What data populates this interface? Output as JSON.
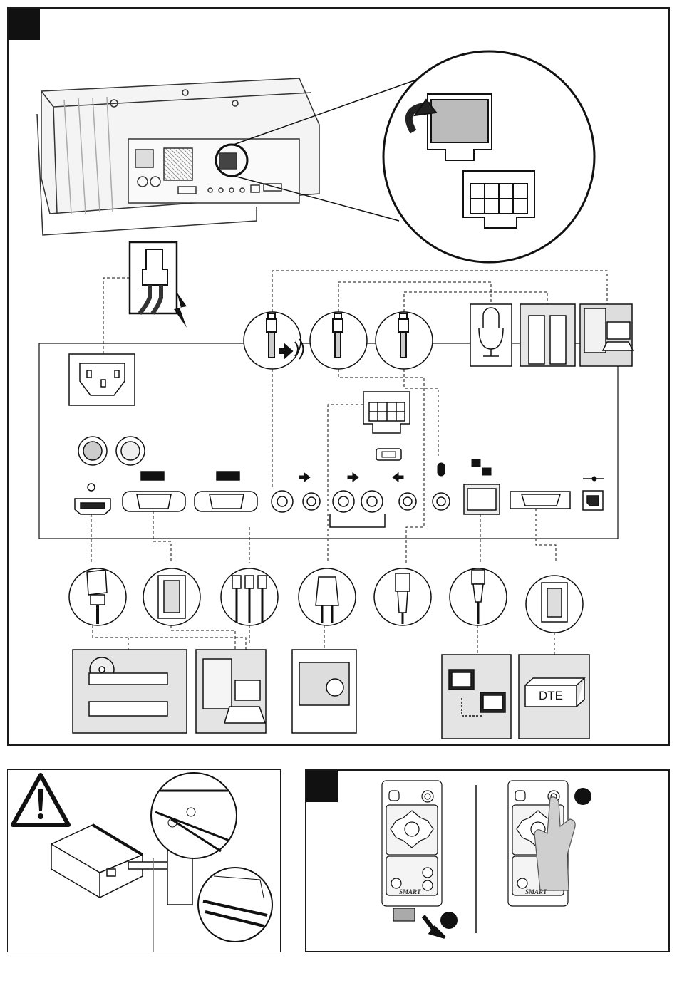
{
  "panels": {
    "connections": {
      "step_marker": ""
    },
    "warning": {},
    "remote": {
      "step_marker": ""
    }
  },
  "devices": {
    "dte_label": "DTE"
  },
  "remote": {
    "brand_left": "SMART",
    "brand_right": "SMART"
  },
  "icons": [
    "projector-icon",
    "cable-cover-icon",
    "power-cord-icon",
    "lightning-icon",
    "power-socket-icon",
    "audio-out-icon",
    "microphone-icon",
    "computer-icon",
    "hdmi-port-icon",
    "vga-port-icon",
    "rca-port-icon",
    "ethernet-port-icon",
    "serial-port-icon",
    "usb-port-icon",
    "dvd-player-icon",
    "dte-device-icon",
    "warning-icon",
    "remote-control-icon",
    "hand-pointer-icon"
  ],
  "colors": {
    "ink": "#1a1a1a",
    "gray_fill": "#d8d8d8",
    "light_gray": "#eeeeee"
  }
}
